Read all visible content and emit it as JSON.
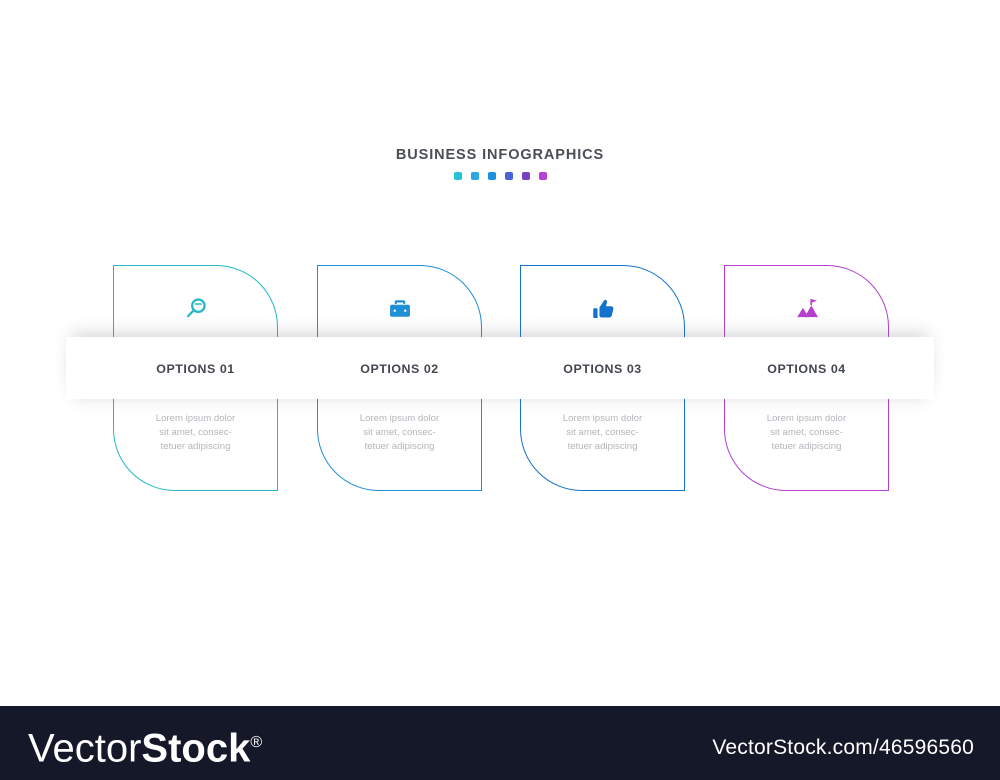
{
  "header": {
    "title": "BUSINESS INFOGRAPHICS",
    "dot_colors": [
      "#25c3d4",
      "#2aa8e0",
      "#1f8fe0",
      "#4a63d8",
      "#7b3fc4",
      "#b940d4"
    ]
  },
  "cards": [
    {
      "label": "OPTIONS 01",
      "icon": "magnifier-icon",
      "color": "#22b8c6",
      "body": "Lorem ipsum dolor sit amet, consec-tetuer adipiscing",
      "body_lines": [
        "Lorem ipsum dolor",
        "sit amet, consec-",
        "tetuer adipiscing"
      ]
    },
    {
      "label": "OPTIONS 02",
      "icon": "briefcase-icon",
      "color": "#1f8fd6",
      "body": "Lorem ipsum dolor sit amet, consec-tetuer adipiscing",
      "body_lines": [
        "Lorem ipsum dolor",
        "sit amet, consec-",
        "tetuer adipiscing"
      ]
    },
    {
      "label": "OPTIONS 03",
      "icon": "thumbs-up-icon",
      "color": "#1372ce",
      "body": "Lorem ipsum dolor sit amet, consec-tetuer adipiscing",
      "body_lines": [
        "Lorem ipsum dolor",
        "sit amet, consec-",
        "tetuer adipiscing"
      ]
    },
    {
      "label": "OPTIONS 04",
      "icon": "mountain-flag-icon",
      "color": "#b63fd0",
      "body": "Lorem ipsum dolor sit amet, consec-tetuer adipiscing",
      "body_lines": [
        "Lorem ipsum dolor",
        "sit amet, consec-",
        "tetuer adipiscing"
      ]
    }
  ],
  "watermark": {
    "brand_light": "Vector",
    "brand_bold": "Stock",
    "registered": "®",
    "url": "VectorStock.com/46596560",
    "background": "#151829"
  }
}
